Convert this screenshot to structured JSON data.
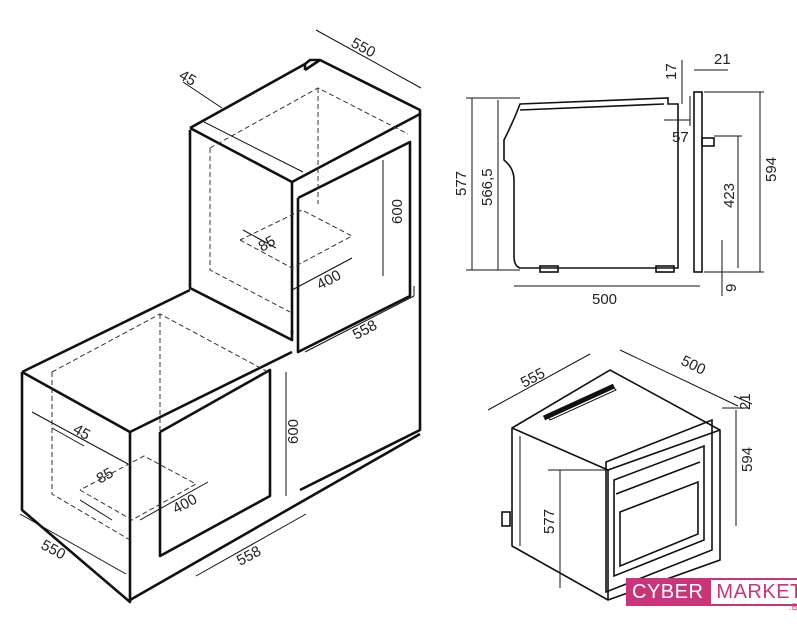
{
  "dimensions": {
    "upper_niche": {
      "width": "550",
      "rear_gap": "45",
      "height": "600",
      "opening_width": "85",
      "opening_depth": "400",
      "depth": "558"
    },
    "lower_niche": {
      "width": "550",
      "rear_gap": "45",
      "height": "600",
      "opening_width": "85",
      "opening_depth": "400",
      "depth": "558"
    },
    "side_view": {
      "overall_height": "577",
      "body_height": "566,5",
      "panel_top": "17",
      "panel_thickness": "21",
      "panel_offset": "57",
      "front_height": "594",
      "foot_to_knob": "423",
      "foot_height": "9",
      "depth": "500"
    },
    "iso_view": {
      "width": "555",
      "depth": "500",
      "panel_thickness": "21",
      "front_height": "594",
      "body_height": "577"
    }
  },
  "logo": {
    "part1": "CYBER",
    "part2": "MARKET",
    "suffix": ".BY",
    "color": "#c8357a"
  }
}
